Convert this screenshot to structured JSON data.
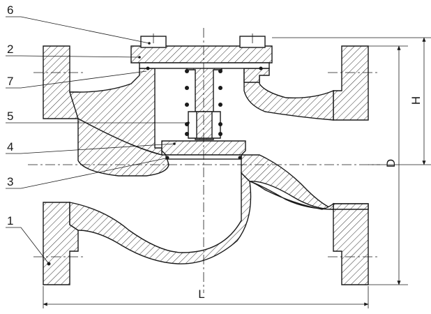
{
  "drawing": {
    "part_labels": [
      "6",
      "2",
      "7",
      "5",
      "4",
      "3",
      "1"
    ],
    "dimensions": {
      "length": "L",
      "diameter": "D",
      "height": "H"
    }
  }
}
